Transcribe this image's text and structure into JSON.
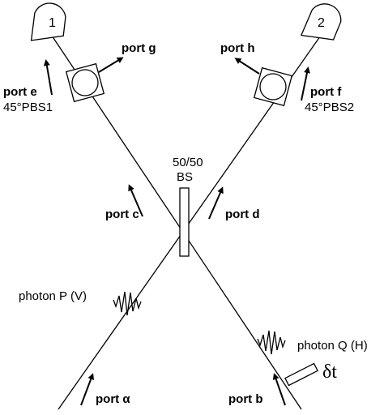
{
  "detectors": {
    "d1": "1",
    "d2": "2"
  },
  "beam_splitter": {
    "line1": "50/50",
    "line2": "BS"
  },
  "pbs1": {
    "port": "port e",
    "name": "45°PBS1"
  },
  "pbs2": {
    "port": "port f",
    "name": "45°PBS2"
  },
  "ports": {
    "g": "port g",
    "h": "port h",
    "c": "port c",
    "d": "port d",
    "a": "port α",
    "b": "port b"
  },
  "photons": {
    "p": "photon P (V)",
    "q": "photon Q (H)"
  },
  "delay": "δt"
}
